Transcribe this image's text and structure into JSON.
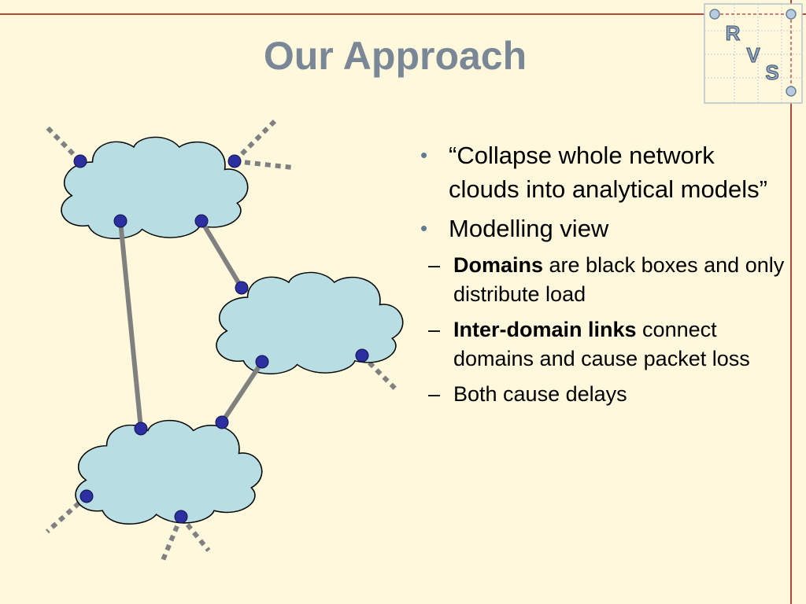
{
  "slide": {
    "title": "Our Approach"
  },
  "logo": {
    "letters": [
      "R",
      "V",
      "S"
    ],
    "color_fill": "#8FA7C4",
    "color_line": "#C0524A"
  },
  "bullets": [
    {
      "text": "“Collapse whole network clouds into analytical models”",
      "children": []
    },
    {
      "text": "Modelling view",
      "children": [
        {
          "bold": "Domains",
          "rest": " are black boxes and only distribute load"
        },
        {
          "bold": "Inter-domain links",
          "rest": " connect domains and cause packet loss"
        },
        {
          "bold": "",
          "rest": "Both cause delays"
        }
      ]
    }
  ],
  "colors": {
    "background": "#FFF8DC",
    "frame": "#B54A3C",
    "title": "#7A8797",
    "cloud_fill": "#B8DDE3",
    "node": "#2B2FA0",
    "link": "#808080"
  }
}
